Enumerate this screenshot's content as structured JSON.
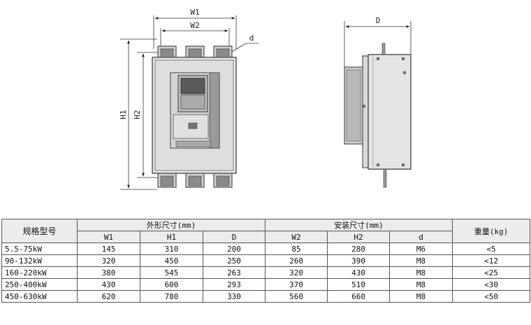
{
  "drawing": {
    "front_dims": {
      "w1": "W1",
      "w2": "W2",
      "d": "d",
      "h1": "H1",
      "h2": "H2"
    },
    "side_dims": {
      "depth": "D"
    }
  },
  "table": {
    "header": {
      "model": "规格型号",
      "outer_group": "外形尺寸(mm)",
      "install_group": "安装尺寸(mm)",
      "weight": "重量(kg)",
      "cols": [
        "W1",
        "H1",
        "D",
        "W2",
        "H2",
        "d"
      ]
    },
    "rows": [
      {
        "model": "5.5-75kW",
        "w1": "145",
        "h1": "310",
        "d": "200",
        "w2": "85",
        "h2": "280",
        "bolt": "M6",
        "weight": "<5"
      },
      {
        "model": "90-132kW",
        "w1": "320",
        "h1": "450",
        "d": "250",
        "w2": "260",
        "h2": "390",
        "bolt": "M8",
        "weight": "<12"
      },
      {
        "model": "160-220kW",
        "w1": "380",
        "h1": "545",
        "d": "263",
        "w2": "320",
        "h2": "430",
        "bolt": "M8",
        "weight": "<25"
      },
      {
        "model": "250-400kW",
        "w1": "430",
        "h1": "600",
        "d": "293",
        "w2": "370",
        "h2": "510",
        "bolt": "M8",
        "weight": "<30"
      },
      {
        "model": "450-630kW",
        "w1": "620",
        "h1": "780",
        "d": "330",
        "w2": "560",
        "h2": "660",
        "bolt": "M8",
        "weight": "<50"
      }
    ]
  }
}
